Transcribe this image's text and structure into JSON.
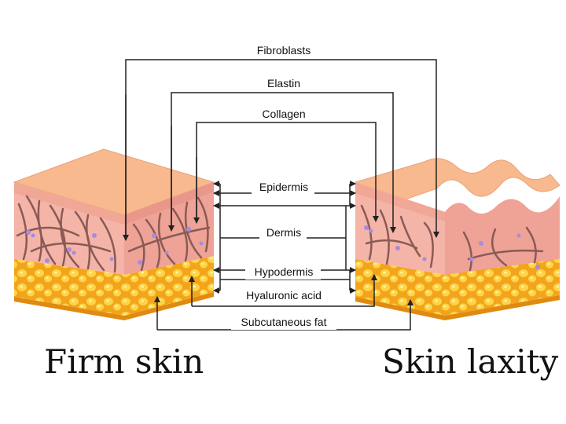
{
  "labels": {
    "fibroblasts": "Fibroblasts",
    "elastin": "Elastin",
    "collagen": "Collagen",
    "epidermis": "Epidermis",
    "dermis": "Dermis",
    "hypodermis": "Hypodermis",
    "hyaluronic_acid": "Hyaluronic acid",
    "subcutaneous_fat": "Subcutaneous fat"
  },
  "titles": {
    "left": "Firm skin",
    "right": "Skin laxity"
  },
  "colors": {
    "epidermis_top": "#f7b98d",
    "dermis": "#f4b4a8",
    "dermis_side": "#eea396",
    "fat": "#f5b52a",
    "fat_dark": "#e08a10",
    "fiber": "#8a5a55",
    "cell": "#a78be0",
    "line": "#222222"
  }
}
